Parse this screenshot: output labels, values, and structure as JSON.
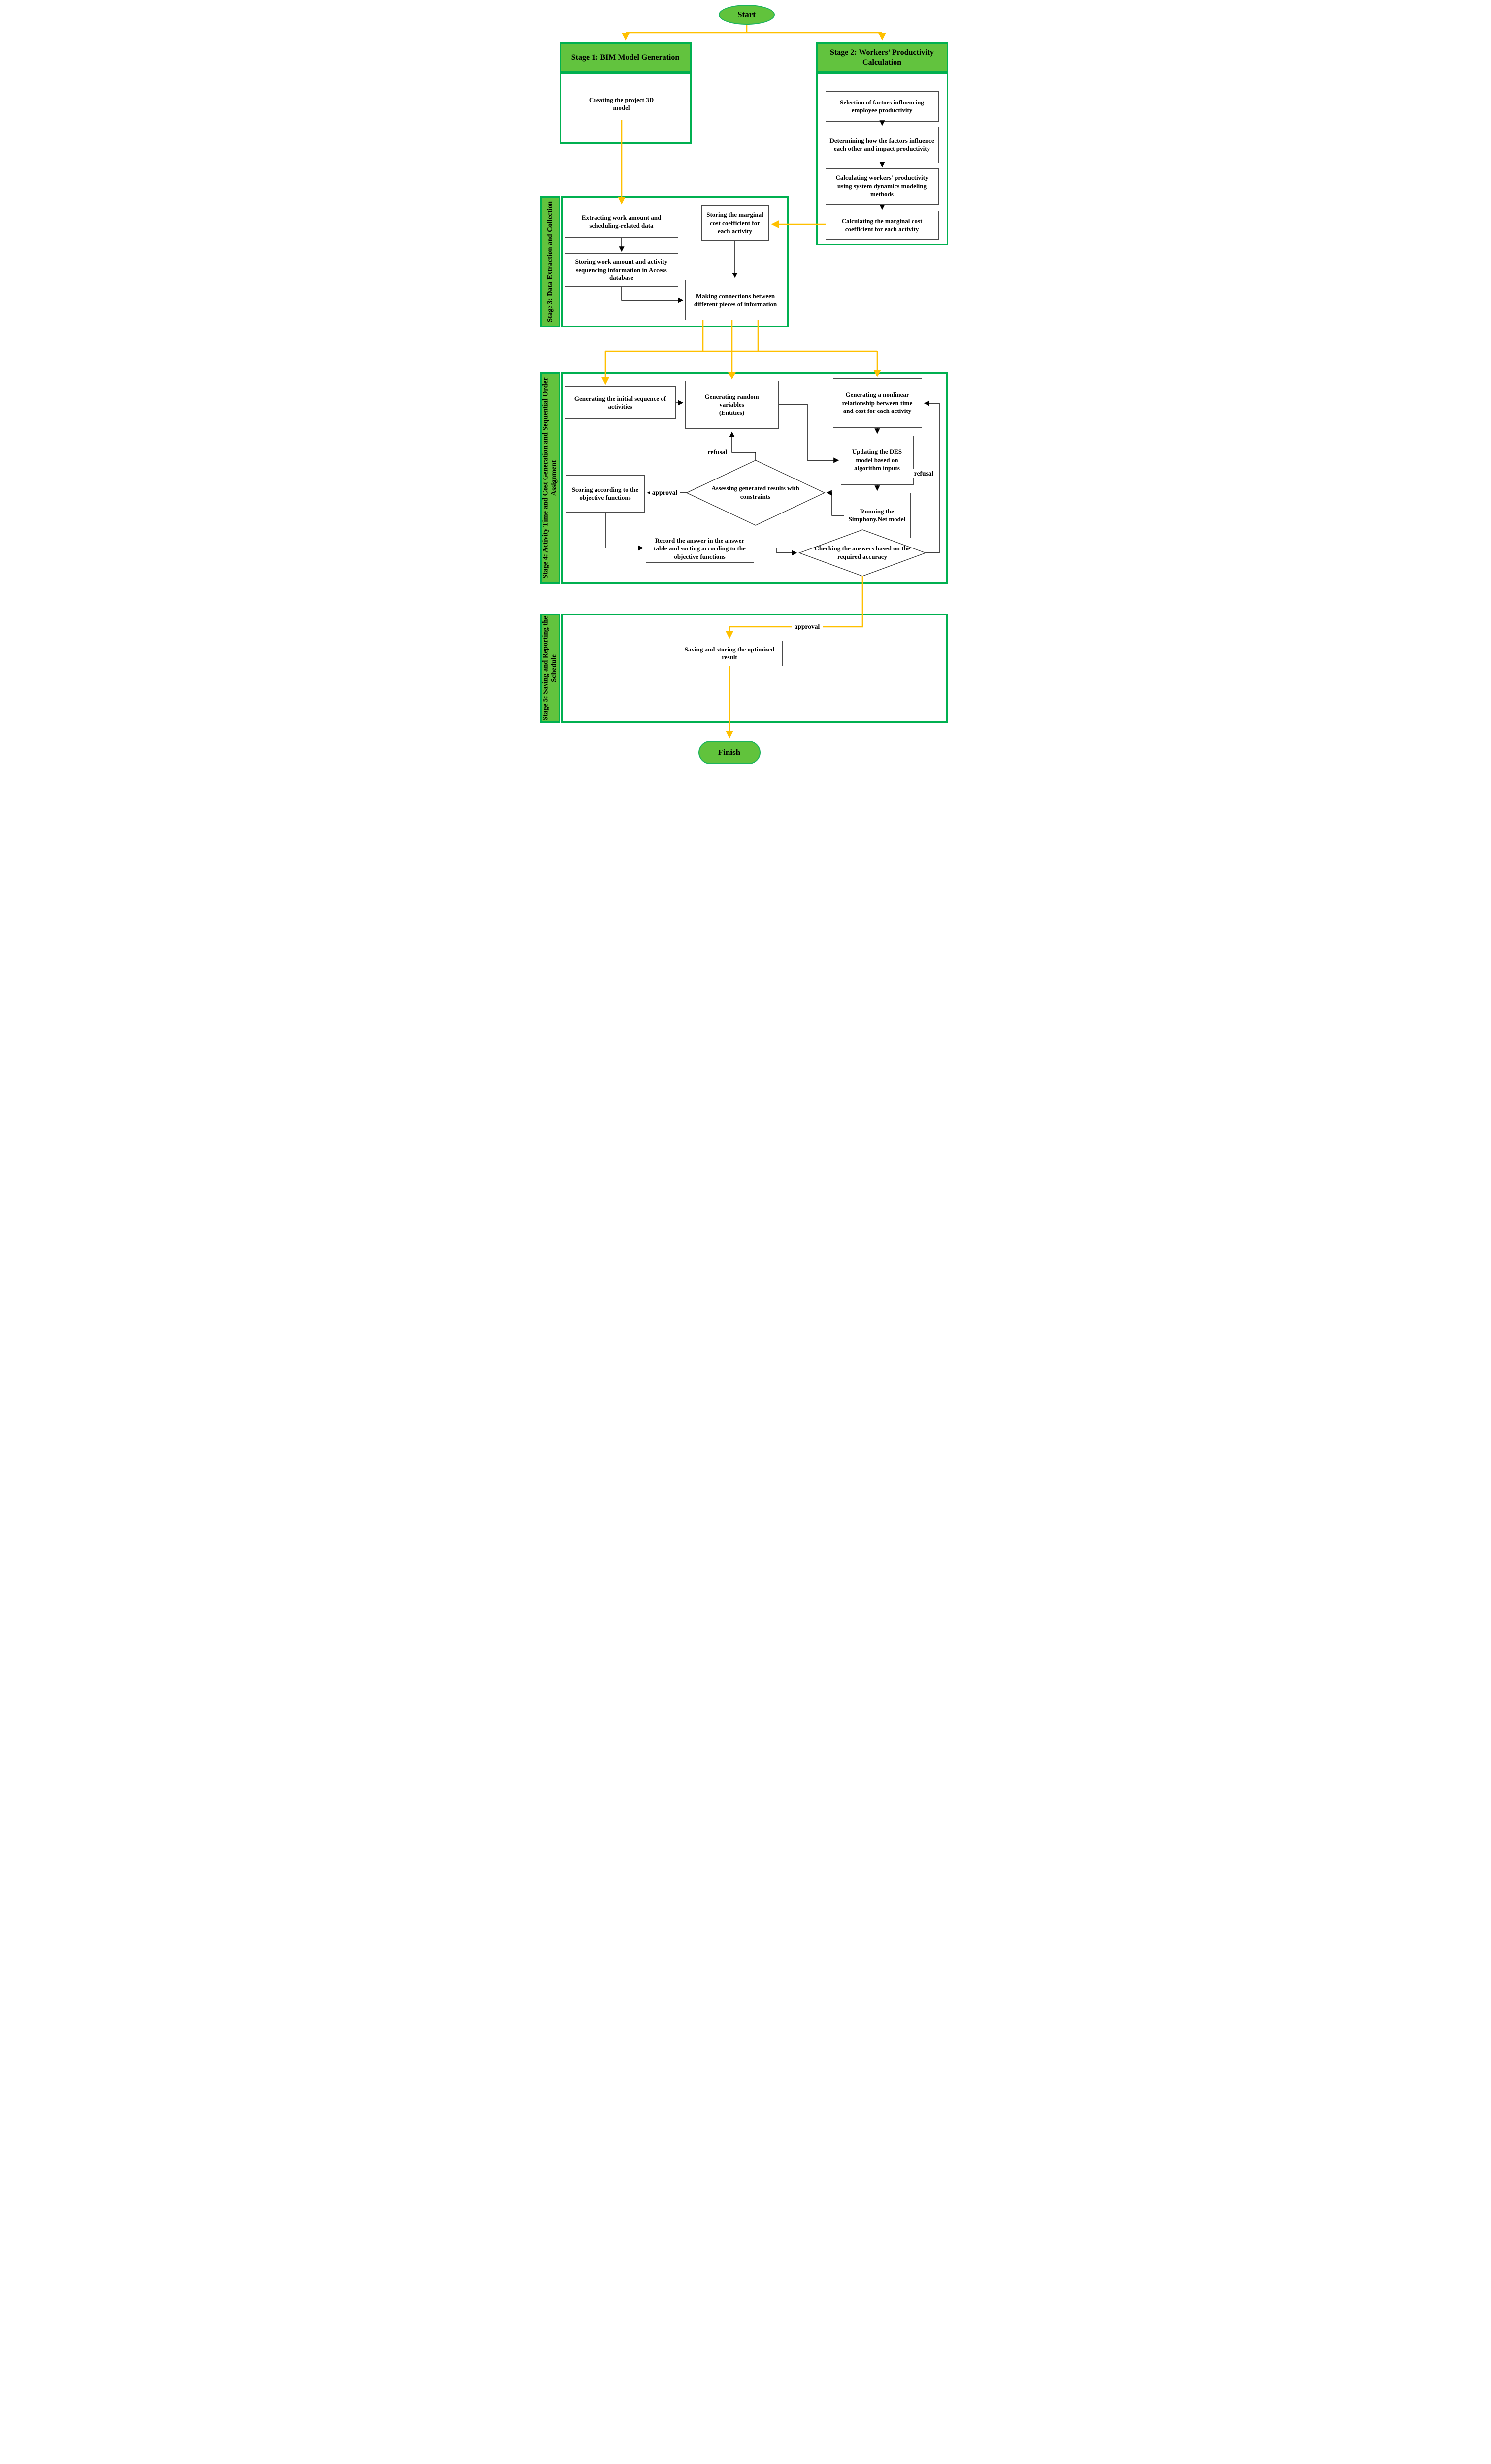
{
  "flowchart": {
    "terminals": {
      "start": "Start",
      "finish": "Finish"
    },
    "stage1": {
      "title": "Stage 1: BIM Model Generation",
      "creating_box": "Creating the project 3D model"
    },
    "stage2": {
      "title": "Stage 2: Workers’ Productivity Calculation",
      "selection_box": "Selection of factors influencing employee productivity",
      "determining_box": "Determining how the factors influence each other and impact productivity",
      "calc_productivity_box": "Calculating workers’ productivity using system dynamics modeling methods",
      "calc_marginal_box": "Calculating the marginal cost coefficient for each activity"
    },
    "stage3": {
      "title": "Stage 3: Data Extraction and Collection",
      "extracting_box": "Extracting work amount and scheduling-related data",
      "storing_work_box": "Storing work amount and activity sequencing information in Access database",
      "storing_marginal_box": "Storing the marginal cost coefficient for each activity",
      "making_connections_box": "Making connections between different pieces of information"
    },
    "stage4": {
      "title": "Stage 4: Activity Time and Cost Generation and Sequential Order Assignment",
      "gen_initial_box": "Generating the initial sequence of activities",
      "gen_random_box": "Generating random\nvariables\n(Entities)",
      "gen_nonlinear_box": "Generating a nonlinear relationship between time and cost for each activity",
      "updating_des_box": "Updating the DES model based on algorithm inputs",
      "running_box": "Running the Simphony.Net model",
      "assessing_diamond": "Assessing generated results with constraints",
      "scoring_box": "Scoring according to the objective functions",
      "record_box": "Record the answer in the answer table and sorting according to the objective functions",
      "checking_diamond": "Checking the answers based on the required accuracy",
      "refusal_inner_label": "refusal",
      "refusal_outer_label": "refusal",
      "approval_label": "approval"
    },
    "stage5": {
      "title": "Stage 5: Saving and Reporting the Schedule",
      "saving_box": "Saving and storing the optimized result",
      "approval_label": "approval"
    },
    "colors": {
      "stage_fill_green": "#62c33e",
      "stage_border_green": "#00b050",
      "terminal_fill_green": "#61c33c",
      "terminal_border_green": "#1cb35e",
      "connector_yellow": "#ffc000",
      "connector_black": "#000000",
      "box_border_gray": "#4a4a4a"
    }
  }
}
